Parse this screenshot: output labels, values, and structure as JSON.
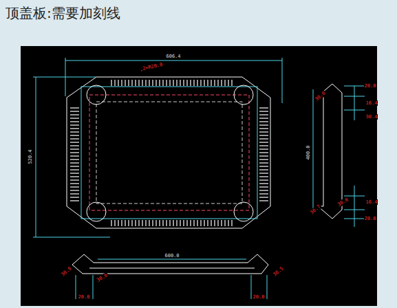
{
  "diagram": {
    "title": "顶盖板:需要加刻线",
    "labels": [
      "606.4",
      "520.4",
      "2×R20.0",
      "20.0",
      "16.4",
      "30.4",
      "400.0",
      "30.0",
      "30.0",
      "16.4",
      "20.0",
      "30.7",
      "600.0",
      "30.0",
      "30.0",
      "20.0",
      "20.0",
      "30.5"
    ]
  }
}
